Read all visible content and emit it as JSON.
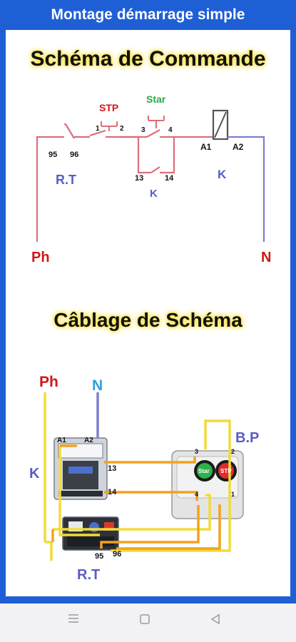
{
  "app": {
    "title": "Montage démarrage simple"
  },
  "schema": {
    "heading": "Schéma de Commande",
    "stp": "STP",
    "star": "Star",
    "n1": "1",
    "n2": "2",
    "n3": "3",
    "n4": "4",
    "n95": "95",
    "n96": "96",
    "n13": "13",
    "n14": "14",
    "rt": "R.T",
    "k_contact": "K",
    "a1": "A1",
    "a2": "A2",
    "k_coil": "K",
    "ph": "Ph",
    "n": "N"
  },
  "cablage": {
    "heading": "Câblage de Schéma",
    "ph": "Ph",
    "n": "N",
    "a1": "A1",
    "a2": "A2",
    "k": "K",
    "t13": "13",
    "t14": "14",
    "bp": "B.P",
    "b3": "3",
    "b2": "2",
    "b4": "4",
    "b1": "1",
    "btn_star": "Star",
    "btn_stp": "STP",
    "t95": "95",
    "t96": "96",
    "rt": "R.T"
  },
  "colors": {
    "header": "#1f5fd6",
    "phase_wire": "#d9707a",
    "neutral_wire": "#7b7fd1",
    "orange_wire": "#f3a21b",
    "yellow_wire": "#f0dc3a",
    "label_blue": "#5a5dc4",
    "label_red": "#d11616",
    "label_green": "#2aa847"
  },
  "nav": {
    "menu_icon": "menu-icon",
    "home_icon": "home-square-icon",
    "back_icon": "back-triangle-icon"
  }
}
